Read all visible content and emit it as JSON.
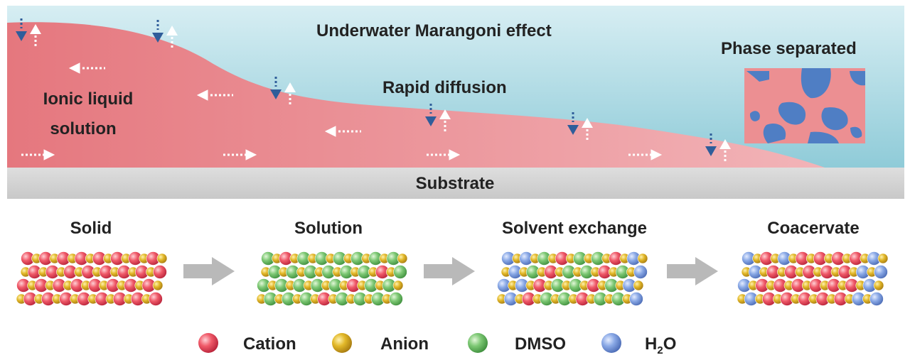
{
  "top": {
    "title": "Underwater Marangoni  effect",
    "rapid_diffusion": "Rapid diffusion",
    "ionic_liquid_line1": "Ionic liquid",
    "ionic_liquid_line2": "solution",
    "phase_separated": "Phase separated",
    "substrate": "Substrate"
  },
  "stages": [
    {
      "label": "Solid"
    },
    {
      "label": "Solution"
    },
    {
      "label": "Solvent exchange"
    },
    {
      "label": "Coacervate"
    }
  ],
  "legend": [
    {
      "label": "Cation",
      "color": "#e8475a"
    },
    {
      "label": "Anion",
      "color": "#d9b12a"
    },
    {
      "label": "DMSO",
      "color": "#6fbf6b"
    },
    {
      "label": "H2O",
      "color": "#7fa2e0"
    }
  ],
  "colors": {
    "water": "#a9d9e3",
    "solution": "#e88e92",
    "substrate": "#d4d4d4",
    "phase_blue": "#4f7ec4",
    "arrow_grey": "#b9b9b9"
  }
}
